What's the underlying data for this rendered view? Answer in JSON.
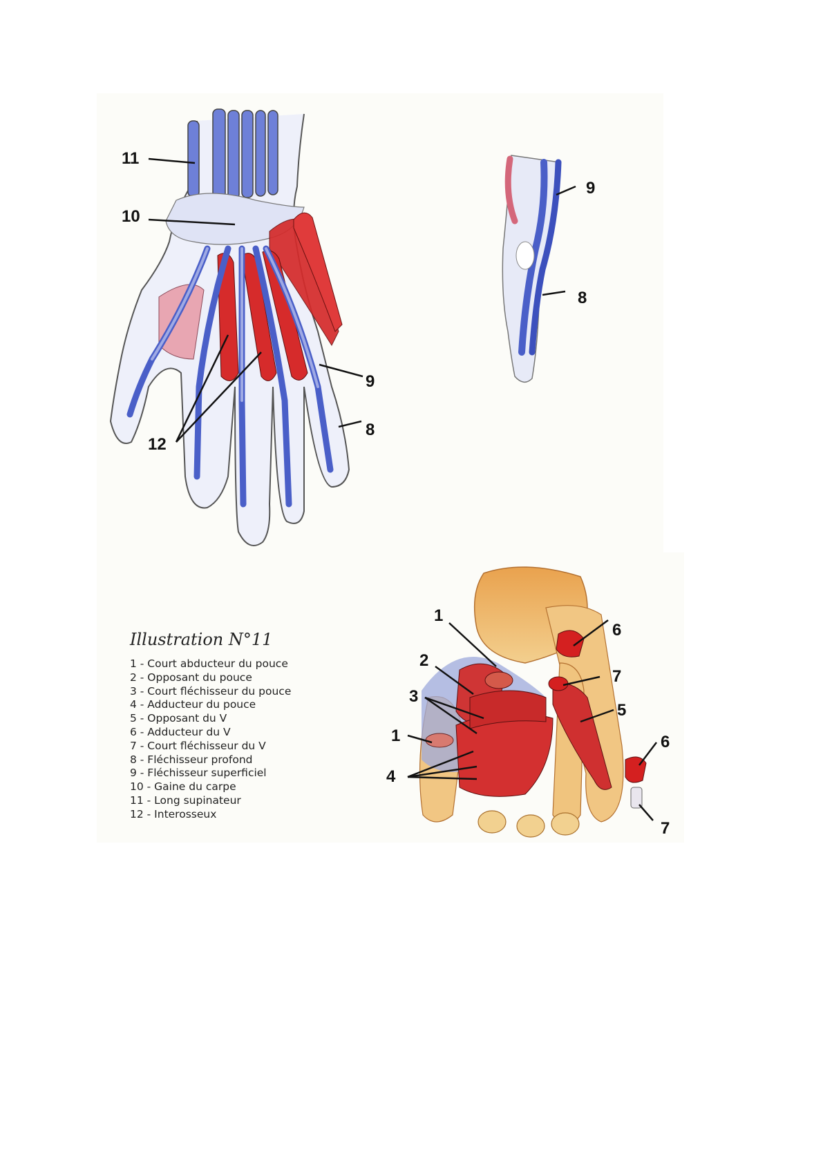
{
  "illustration": {
    "title": "Illustration N°11",
    "legend": [
      "1 - Court abducteur du pouce",
      "2 - Opposant du pouce",
      "3 - Court fléchisseur du pouce",
      "4 - Adducteur du pouce",
      "5 - Opposant du V",
      "6 - Adducteur du V",
      "7 - Court fléchisseur du V",
      "8 - Fléchisseur profond",
      "9 - Fléchisseur superficiel",
      "10 - Gaine du carpe",
      "11 - Long supinateur",
      "12 - Interosseux"
    ]
  },
  "figures": {
    "hand_tendons": {
      "labels": [
        "11",
        "10",
        "9",
        "8",
        "12"
      ]
    },
    "finger_tendons": {
      "labels": [
        "9",
        "8"
      ]
    },
    "palm_muscles": {
      "labels": [
        "1",
        "6",
        "2",
        "7",
        "3",
        "5",
        "1",
        "6",
        "4",
        "7"
      ]
    }
  },
  "colors": {
    "tendon_blue": "#4a5fc8",
    "tendon_light": "#b7bfe6",
    "muscle_red": "#d42a2a",
    "bone_orange": "#e8a860",
    "outline": "#555555"
  }
}
